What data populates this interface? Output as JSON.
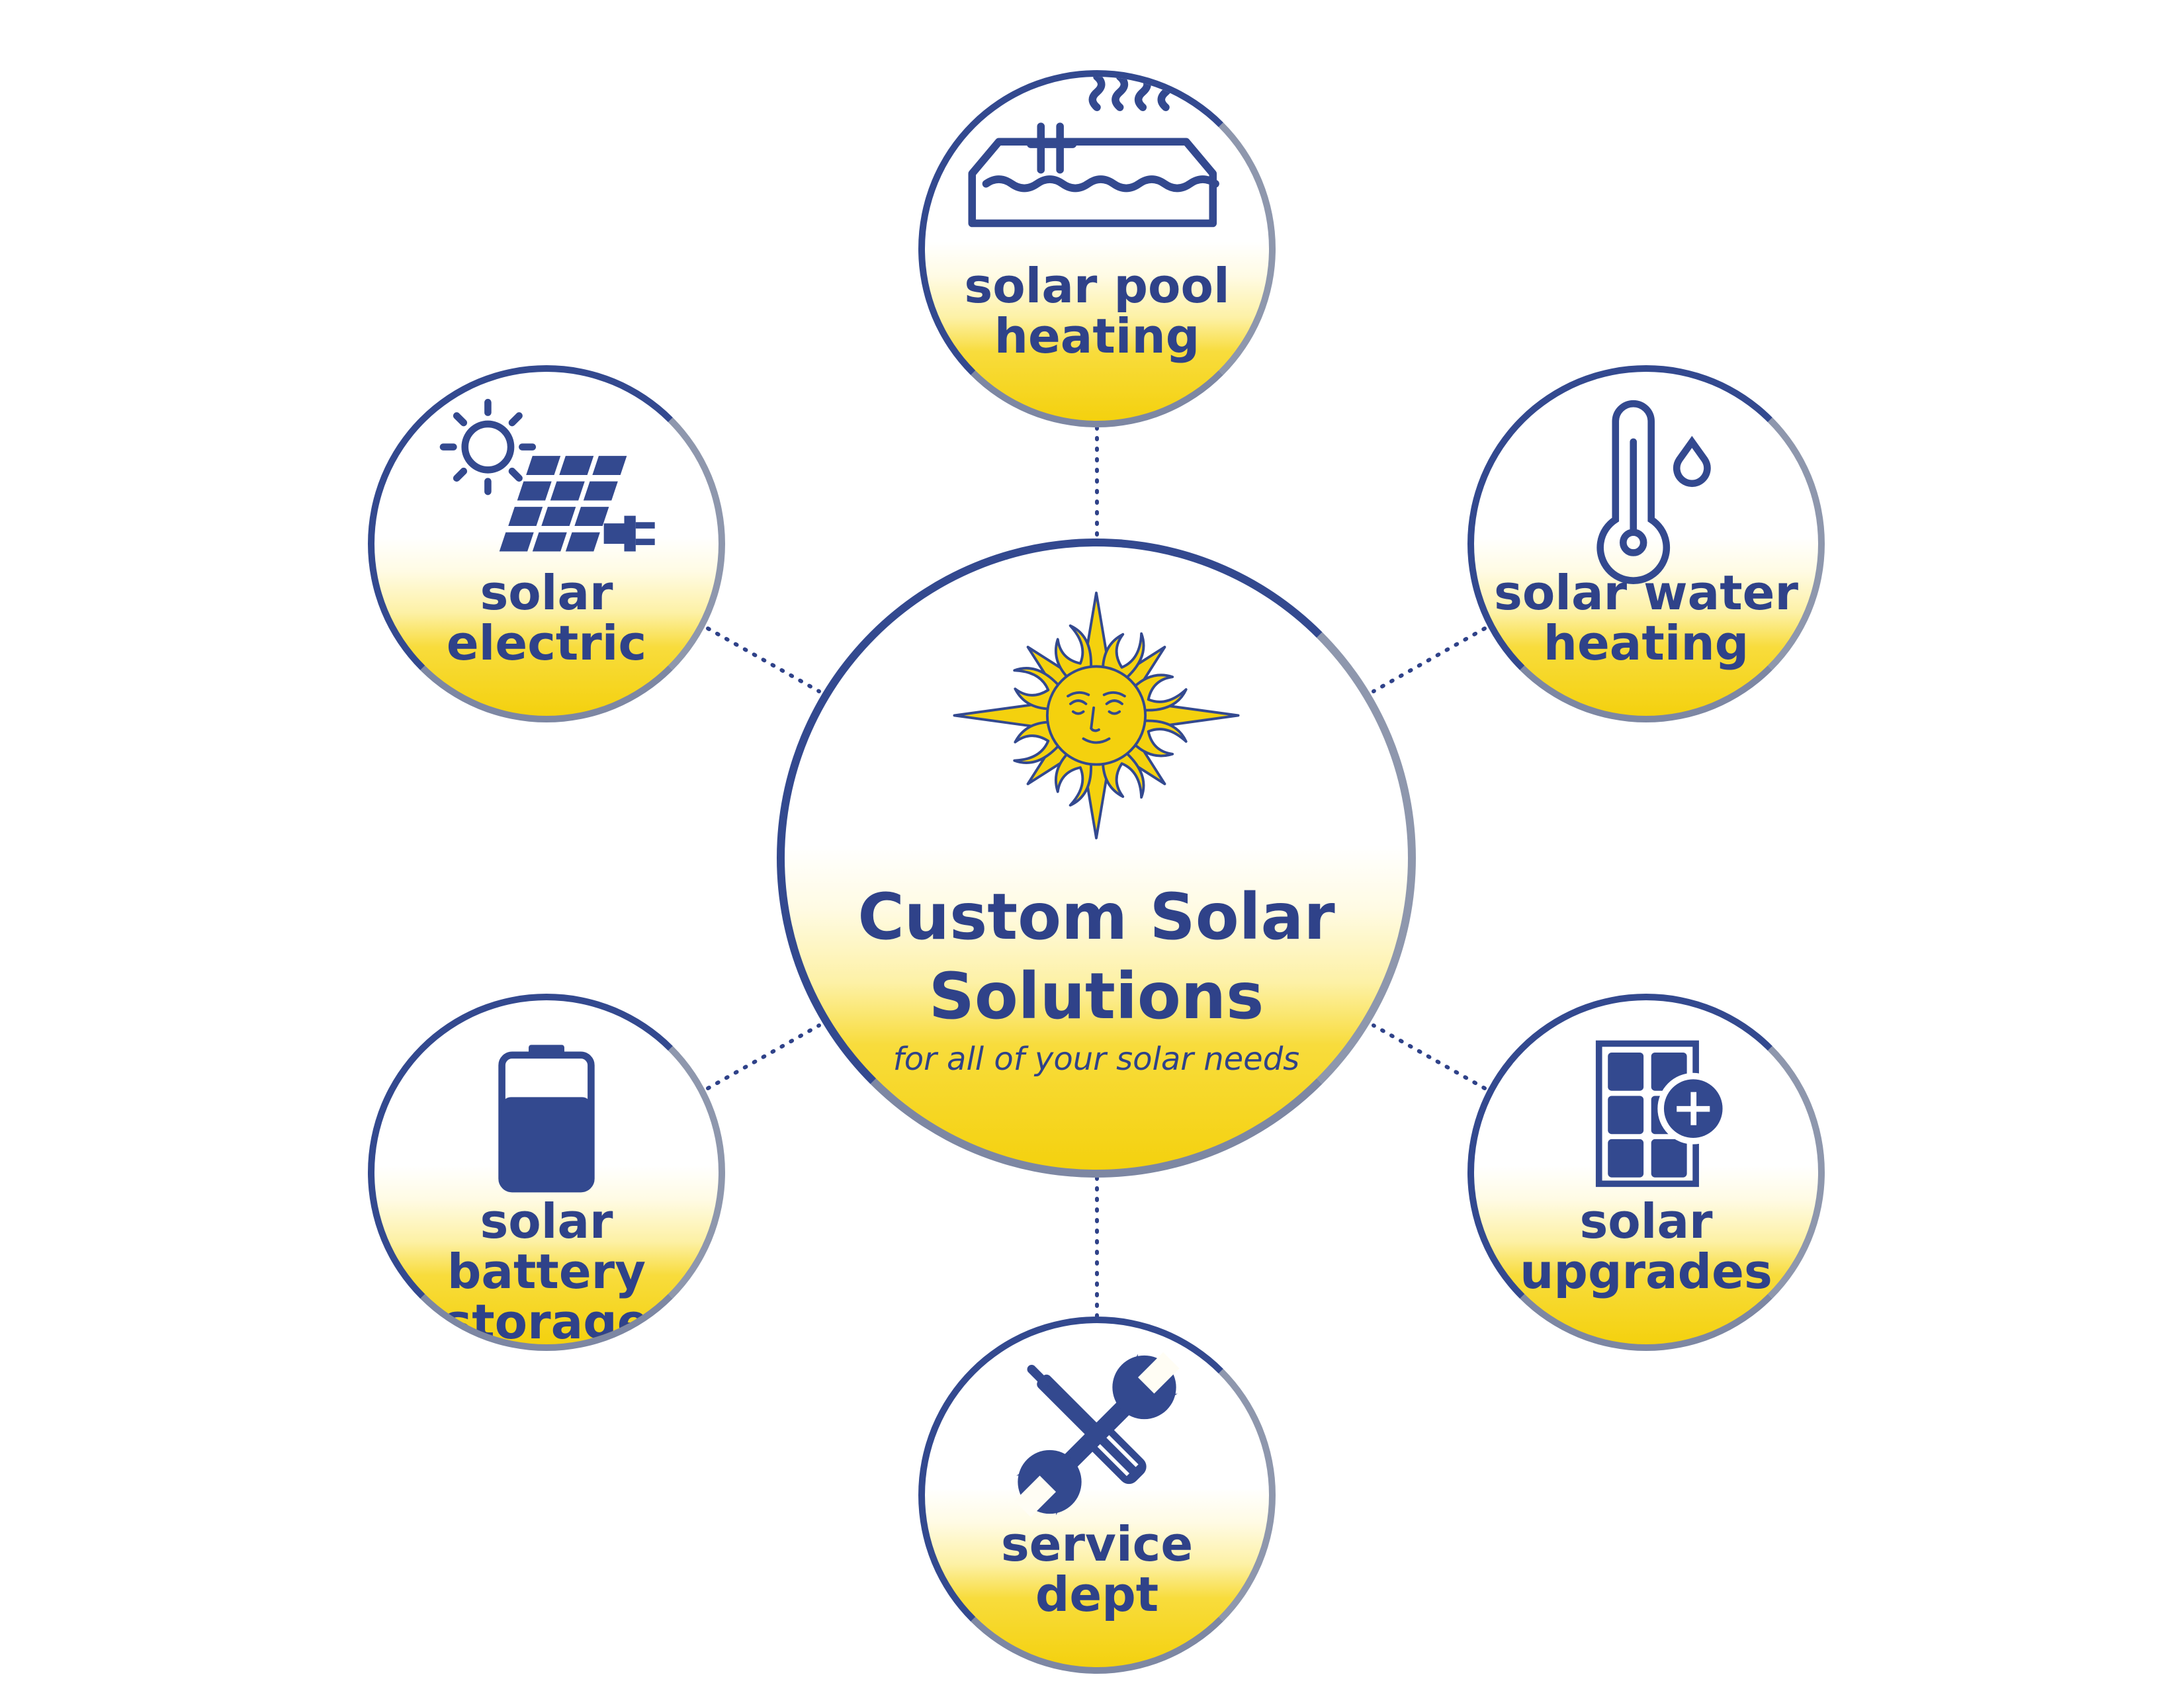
{
  "center": {
    "title_line1": "Custom Solar",
    "title_line2": "Solutions",
    "tagline": "for all of your solar needs",
    "logo_icon": "sun-face-icon"
  },
  "services": [
    {
      "id": "pool",
      "icon": "pool-heating-icon",
      "line1": "solar pool",
      "line2": "heating"
    },
    {
      "id": "water",
      "icon": "thermometer-drop-icon",
      "line1": "solar water",
      "line2": "heating"
    },
    {
      "id": "upgrades",
      "icon": "panel-plus-icon",
      "line1": "solar",
      "line2": "upgrades"
    },
    {
      "id": "service",
      "icon": "wrench-screwdriver-icon",
      "line1": "service",
      "line2": "dept"
    },
    {
      "id": "battery",
      "icon": "battery-icon",
      "line1": "solar battery",
      "line2": "storage"
    },
    {
      "id": "electric",
      "icon": "sun-solar-panel-plug-icon",
      "line1": "solar",
      "line2": "electric"
    }
  ],
  "colors": {
    "primary_blue": "#2f4289",
    "sun_yellow": "#f4d10e",
    "ring_gray": "#8e97ad"
  }
}
